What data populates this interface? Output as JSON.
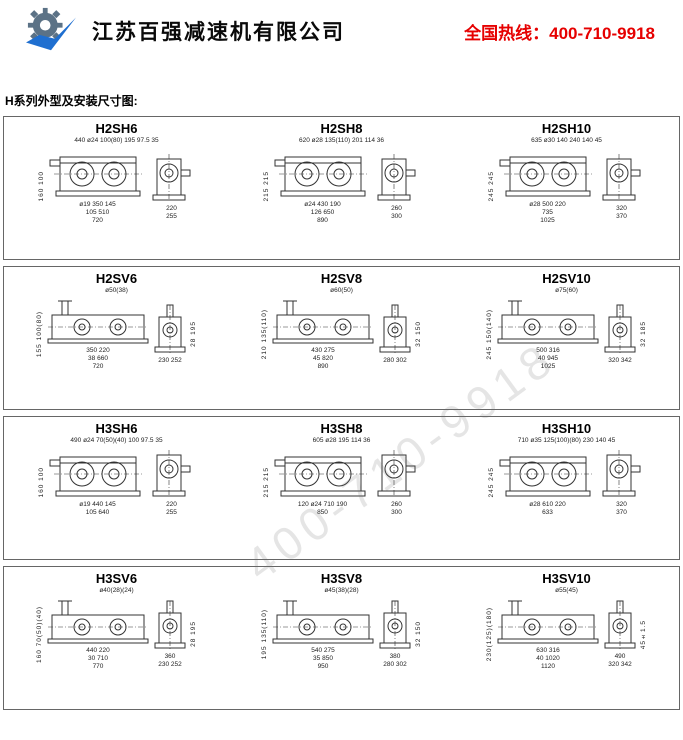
{
  "header": {
    "company": "江苏百强减速机有限公司",
    "hotline": "全国热线：400-710-9918",
    "logo_icon": "gear-swoosh"
  },
  "section_title": "H系列外型及安装尺寸图:",
  "watermark": "400-710-9918",
  "panels": [
    {
      "type": "H",
      "models": [
        {
          "name": "H2SH6",
          "top": "440  ø24  100(80) 195 97.5 35",
          "left": "160 100",
          "bottom": [
            "ø19  350  145",
            "105  510",
            "720"
          ],
          "end": [
            "220",
            "255"
          ],
          "right": ""
        },
        {
          "name": "H2SH8",
          "top": "620  ø28  135(110) 201 114 36",
          "left": "215 215",
          "bottom": [
            "ø24  430  190",
            "126  650",
            "890"
          ],
          "end": [
            "260",
            "300"
          ],
          "right": ""
        },
        {
          "name": "H2SH10",
          "top": "635  ø30  140  240 140 45",
          "left": "245 245",
          "bottom": [
            "ø28  500  220",
            "735",
            "1025"
          ],
          "end": [
            "320",
            "370"
          ],
          "right": ""
        }
      ]
    },
    {
      "type": "V",
      "models": [
        {
          "name": "H2SV6",
          "top": "ø50(38)",
          "left": "155 100(80)",
          "bottom": [
            "350  220",
            "38  660",
            "720"
          ],
          "end": [
            "230  252",
            ""
          ],
          "right": "28 195"
        },
        {
          "name": "H2SV8",
          "top": "ø60(50)",
          "left": "210 135(110)",
          "bottom": [
            "430  275",
            "45  820",
            "890"
          ],
          "end": [
            "280  302",
            ""
          ],
          "right": "32 150"
        },
        {
          "name": "H2SV10",
          "top": "ø75(60)",
          "left": "245 150(140)",
          "bottom": [
            "500  316",
            "40  945",
            "1025"
          ],
          "end": [
            "320  342",
            ""
          ],
          "right": "32 185"
        }
      ]
    },
    {
      "type": "H",
      "models": [
        {
          "name": "H3SH6",
          "top": "490  ø24  70(50)(40) 100 97.5 35",
          "left": "160 100",
          "bottom": [
            "ø19  440  145",
            "105  640"
          ],
          "end": [
            "220",
            "255"
          ],
          "right": ""
        },
        {
          "name": "H3SH8",
          "top": "605  ø28  195 114 36",
          "left": "215 215",
          "bottom": [
            "120  ø24  710  190",
            "850"
          ],
          "end": [
            "260",
            "300"
          ],
          "right": ""
        },
        {
          "name": "H3SH10",
          "top": "710  ø35  125(100)(80) 230 140 45",
          "left": "245 245",
          "bottom": [
            "ø28  610  220",
            "633"
          ],
          "end": [
            "320",
            "370"
          ],
          "right": ""
        }
      ]
    },
    {
      "type": "V",
      "models": [
        {
          "name": "H3SV6",
          "top": "ø40(28)(24)",
          "left": "160 70(50)(40)",
          "bottom": [
            "440  220",
            "30  710",
            "770"
          ],
          "end": [
            "360",
            "230  252"
          ],
          "right": "28 195"
        },
        {
          "name": "H3SV8",
          "top": "ø45(38)(28)",
          "left": "195 135(110)",
          "bottom": [
            "540  275",
            "35  850",
            "950"
          ],
          "end": [
            "380",
            "280  302"
          ],
          "right": "32 150"
        },
        {
          "name": "H3SV10",
          "top": "ø55(45)",
          "left": "230(125)(180)",
          "bottom": [
            "630  316",
            "40  1020",
            "1120"
          ],
          "end": [
            "490",
            "320  342"
          ],
          "right": "45±1.5"
        }
      ]
    }
  ]
}
